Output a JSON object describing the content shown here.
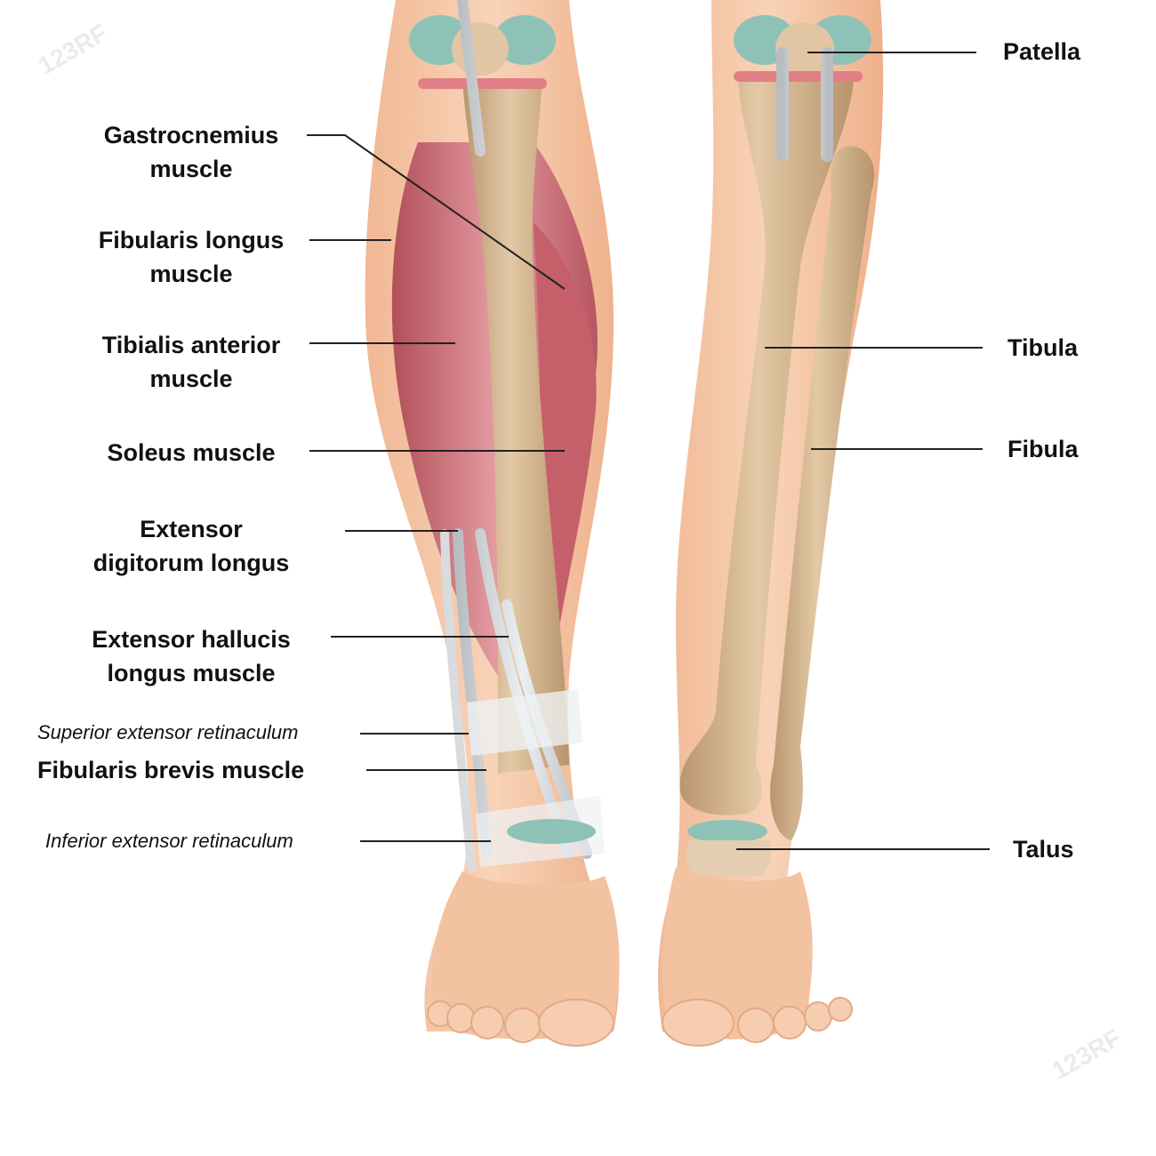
{
  "colors": {
    "skin": "#f4c4a3",
    "skin_dark": "#e7a885",
    "bone": "#d7b995",
    "bone_shade": "#b99670",
    "muscle": "#c8616a",
    "muscle_light": "#e1939a",
    "tendon": "#cfd3d6",
    "cartilage": "#8fc2b6",
    "meniscus": "#e07f86",
    "leader": "#222222"
  },
  "labels": {
    "gastrocnemius": [
      "Gastrocnemius",
      "muscle"
    ],
    "fibularis_longus": [
      "Fibularis longus",
      "muscle"
    ],
    "tibialis_anterior": [
      "Tibialis anterior",
      "muscle"
    ],
    "soleus": "Soleus muscle",
    "extensor_digitorum": [
      "Extensor",
      "digitorum longus"
    ],
    "extensor_hallucis": [
      "Extensor hallucis",
      "longus muscle"
    ],
    "superior_retinaculum": "Superior extensor retinaculum",
    "fibularis_brevis": "Fibularis brevis muscle",
    "inferior_retinaculum": "Inferior extensor retinaculum",
    "patella": "Patella",
    "tibula": "Tibula",
    "fibula": "Fibula",
    "talus": "Talus"
  },
  "watermark": "123RF"
}
